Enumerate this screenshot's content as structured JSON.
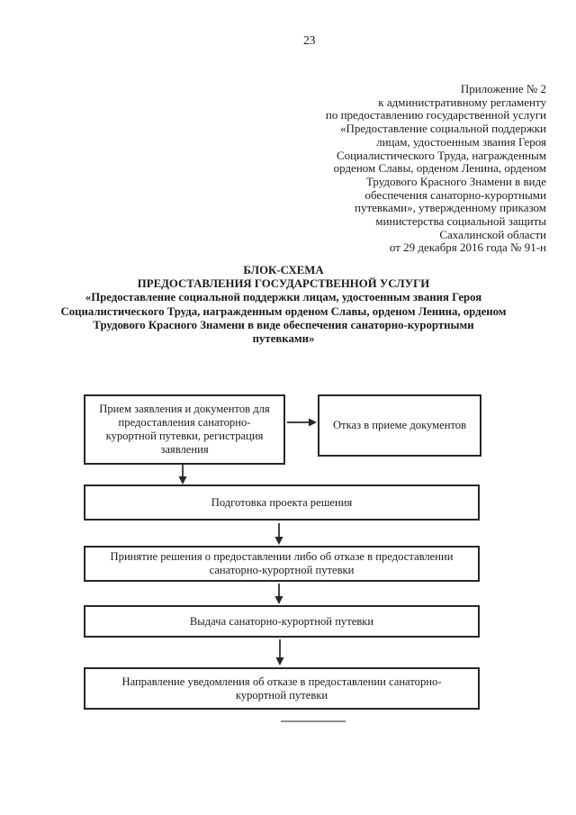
{
  "page": {
    "number": "23"
  },
  "annex_note": "Приложение № 2\nк административному регламенту\nпо предоставлению государственной услуги\n«Предоставление социальной поддержки\nлицам, удостоенным звания Героя\nСоциалистического Труда, награжденным\nорденом Славы, орденом Ленина, орденом\nТрудового Красного Знамени в виде\nобеспечения санаторно-курортными\nпутевками», утвержденному приказом\nминистерства социальной защиты\nСахалинской области\nот 29 декабря 2016 года № 91-н",
  "title": {
    "heading1": "БЛОК-СХЕМА",
    "heading2": "ПРЕДОСТАВЛЕНИЯ ГОСУДАРСТВЕННОЙ УСЛУГИ",
    "subject": "«Предоставление социальной поддержки лицам, удостоенным звания Героя\nСоциалистического Труда, награжденным орденом Славы, орденом Ленина, орденом\nТрудового Красного Знамени в виде обеспечения санаторно-курортными\nпутевками»"
  },
  "flowchart": {
    "boxes": {
      "receive": "Прием заявления и документов для\nпредоставления санаторно-\nкурортной путевки, регистрация\nзаявления",
      "refuse_docs": "Отказ в приеме документов",
      "draft": "Подготовка проекта решения",
      "decision": "Принятие решения о предоставлении либо об отказе в предоставлении\nсанаторно-курортной путевки",
      "issue": "Выдача санаторно-курортной путевки",
      "notice": "Направление уведомления об отказе в предоставлении санаторно-\nкурортной путевки"
    }
  },
  "colors": {
    "ink": "#1b1b1b",
    "box_border": "#262626",
    "artifact_line": "#8f8f8f"
  }
}
